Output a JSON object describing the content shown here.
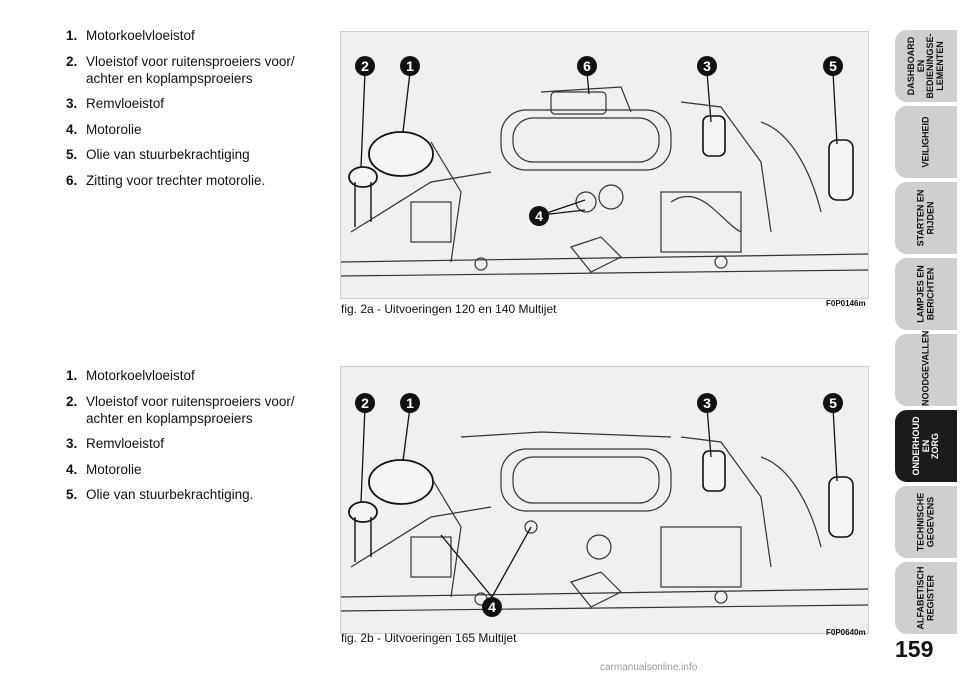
{
  "section1": {
    "items": [
      {
        "num": "1.",
        "text": "Motorkoelvloeistof"
      },
      {
        "num": "2.",
        "text": "Vloeistof voor ruitensproeiers voor/ achter en koplampsproeiers"
      },
      {
        "num": "3.",
        "text": "Remvloeistof"
      },
      {
        "num": "4.",
        "text": "Motorolie"
      },
      {
        "num": "5.",
        "text": "Olie van stuurbekrachtiging"
      },
      {
        "num": "6.",
        "text": "Zitting voor trechter motorolie."
      }
    ]
  },
  "figure1": {
    "caption": "fig. 2a - Uitvoeringen 120 en 140 Multijet",
    "code": "F0P0146m",
    "markers": [
      "2",
      "1",
      "6",
      "3",
      "5",
      "4"
    ]
  },
  "section2": {
    "items": [
      {
        "num": "1.",
        "text": "Motorkoelvloeistof"
      },
      {
        "num": "2.",
        "text": "Vloeistof voor ruitensproeiers voor/ achter en koplampsproeiers"
      },
      {
        "num": "3.",
        "text": "Remvloeistof"
      },
      {
        "num": "4.",
        "text": "Motorolie"
      },
      {
        "num": "5.",
        "text": "Olie van stuurbekrachtiging."
      }
    ]
  },
  "figure2": {
    "caption": "fig. 2b - Uitvoeringen 165 Multijet",
    "code": "F0P0640m",
    "markers": [
      "2",
      "1",
      "3",
      "5",
      "4"
    ]
  },
  "tabs": [
    {
      "label": "DASHBOARD EN\nBEDIENINGSE-\nLEMENTEN",
      "active": false
    },
    {
      "label": "VEILIGHEID",
      "active": false
    },
    {
      "label": "STARTEN EN\nRIJDEN",
      "active": false
    },
    {
      "label": "LAMPJES EN\nBERICHTEN",
      "active": false
    },
    {
      "label": "NOODGEVALLEN",
      "active": false
    },
    {
      "label": "ONDERHOUD EN\nZORG",
      "active": true
    },
    {
      "label": "TECHNISCHE\nGEGEVENS",
      "active": false
    },
    {
      "label": "ALFABETISCH\nREGISTER",
      "active": false
    }
  ],
  "page_number": "159",
  "footer": "carmanualsonline.info"
}
